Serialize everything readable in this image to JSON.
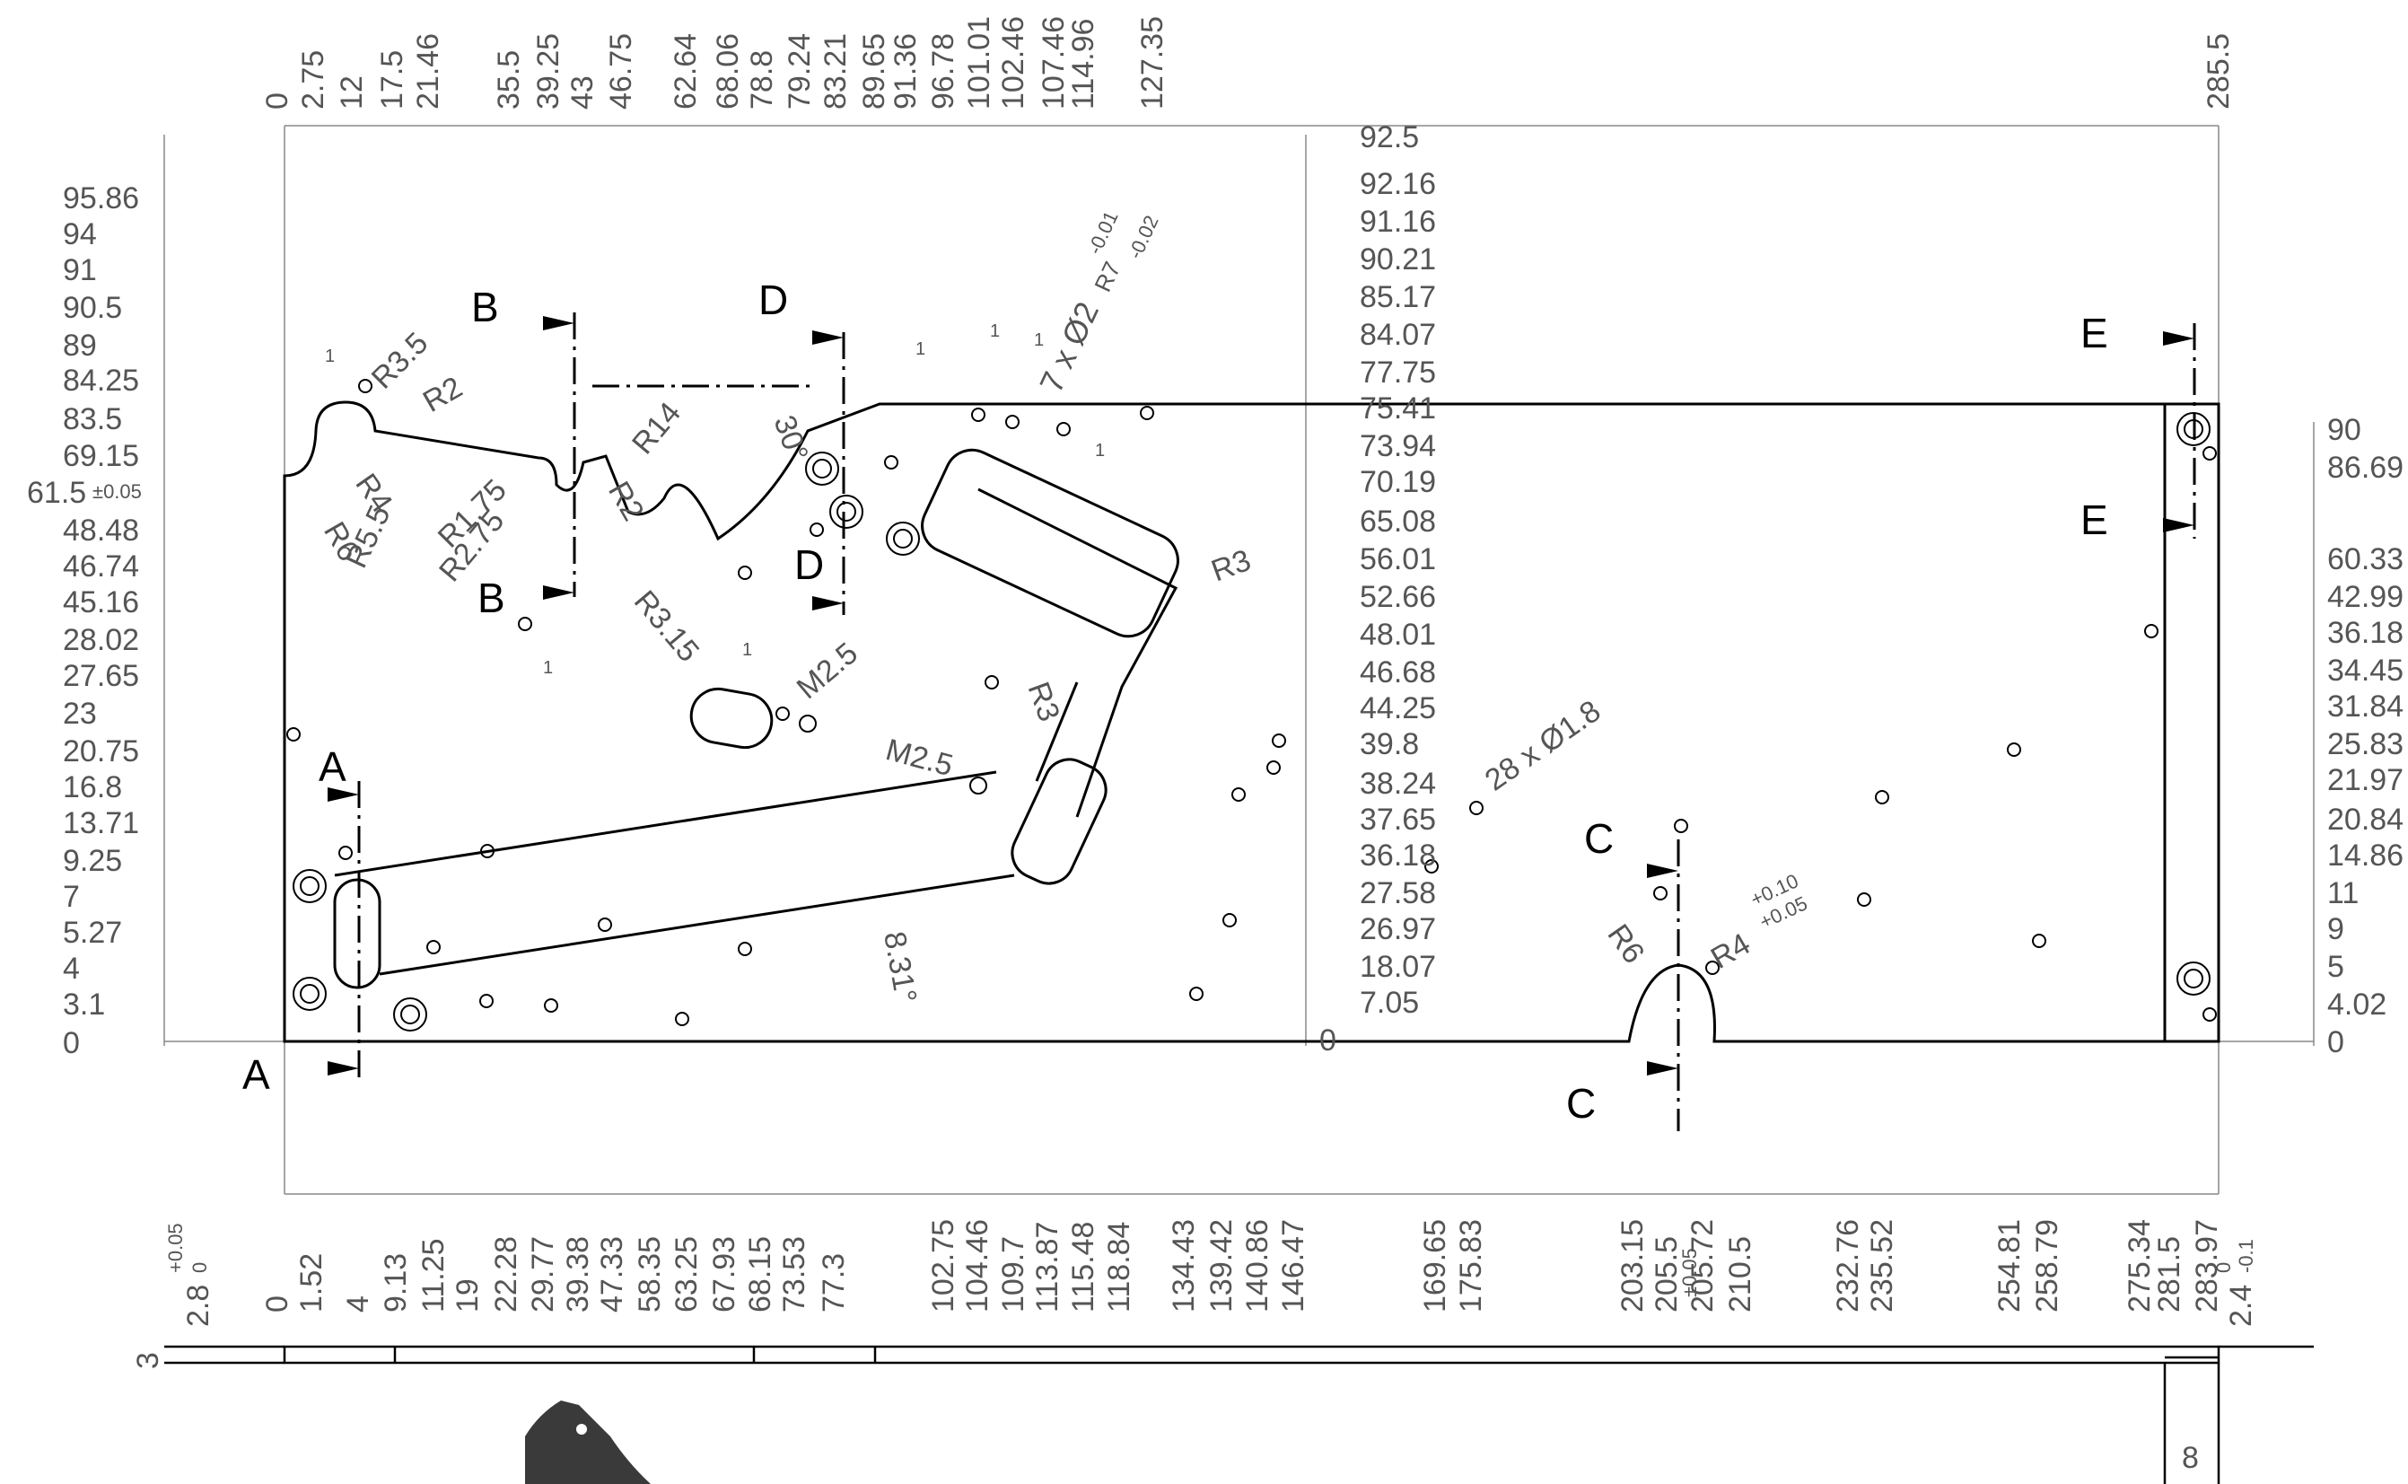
{
  "drawing": {
    "top_ruler": [
      "0",
      "2.75",
      "12",
      "17.5",
      "21.46",
      "35.5",
      "39.25",
      "43",
      "46.75",
      "62.64",
      "68.06",
      "78.8",
      "79.24",
      "83.21",
      "89.65",
      "91.36",
      "96.78",
      "101.01",
      "102.46",
      "107.46",
      "114.96",
      "127.35",
      "285.5"
    ],
    "bottom_ruler": [
      "0",
      "1.52",
      "4",
      "9.13",
      "11.25",
      "19",
      "22.28",
      "29.77",
      "39.38",
      "47.33",
      "58.35",
      "63.25",
      "67.93",
      "68.15",
      "73.53",
      "77.3",
      "102.75",
      "104.46",
      "109.7",
      "113.87",
      "115.48",
      "118.84",
      "134.43",
      "139.42",
      "140.86",
      "146.47",
      "169.65",
      "175.83",
      "203.15",
      "205.5",
      "205.72",
      "210.5",
      "232.76",
      "235.52",
      "254.81",
      "258.79",
      "275.34",
      "281.5",
      "283.97"
    ],
    "left_ruler": [
      "95.86",
      "94",
      "91",
      "90.5",
      "89",
      "84.25",
      "83.5",
      "69.15",
      "61.5",
      "48.48",
      "46.74",
      "45.16",
      "28.02",
      "27.65",
      "23",
      "20.75",
      "16.8",
      "13.71",
      "9.25",
      "7",
      "5.27",
      "4",
      "3.1",
      "0"
    ],
    "left_tolerance_615": "±0.05",
    "inner_right_ruler": [
      "92.5",
      "92.16",
      "91.16",
      "90.21",
      "85.17",
      "84.07",
      "77.75",
      "75.41",
      "73.94",
      "70.19",
      "65.08",
      "56.01",
      "52.66",
      "48.01",
      "46.68",
      "44.25",
      "39.8",
      "38.24",
      "37.65",
      "36.18",
      "27.58",
      "26.97",
      "18.07",
      "7.05",
      "0"
    ],
    "far_right_ruler": [
      "90",
      "86.69",
      "60.33",
      "42.99",
      "36.18",
      "34.45",
      "31.84",
      "25.83",
      "21.97",
      "20.84",
      "14.86",
      "11",
      "9",
      "5",
      "4.02",
      "0"
    ],
    "section_labels": [
      "A",
      "A",
      "B",
      "B",
      "C",
      "C",
      "D",
      "D",
      "E",
      "E"
    ],
    "radius_labels": [
      "R3.5",
      "R2",
      "R4",
      "R6",
      "R5.5",
      "R14",
      "R1.75",
      "R2.75",
      "R2",
      "R3",
      "R3.15",
      "M2.5",
      "M2.5",
      "R3",
      "R6",
      "R4"
    ],
    "angle_labels": [
      "30°",
      "8.31°"
    ],
    "hole_callouts": {
      "pin": "7 x Ø2",
      "pin_tol": "R7",
      "pin_tol_upper": "-0.01",
      "pin_tol_lower": "-0.02",
      "small": "28 x Ø1.8",
      "tol_upper": "+0.10",
      "tol_lower": "+0.05"
    },
    "marker_one": "1",
    "side_view": {
      "thickness": "3",
      "step": "2.8",
      "step_tol_upper": "+0.05",
      "step_tol_lower": "0",
      "right_step": "2.4",
      "right_tol_upper": "0",
      "right_tol_lower": "-0.1",
      "right_width": "8",
      "tol_2055": "±0.05"
    }
  }
}
